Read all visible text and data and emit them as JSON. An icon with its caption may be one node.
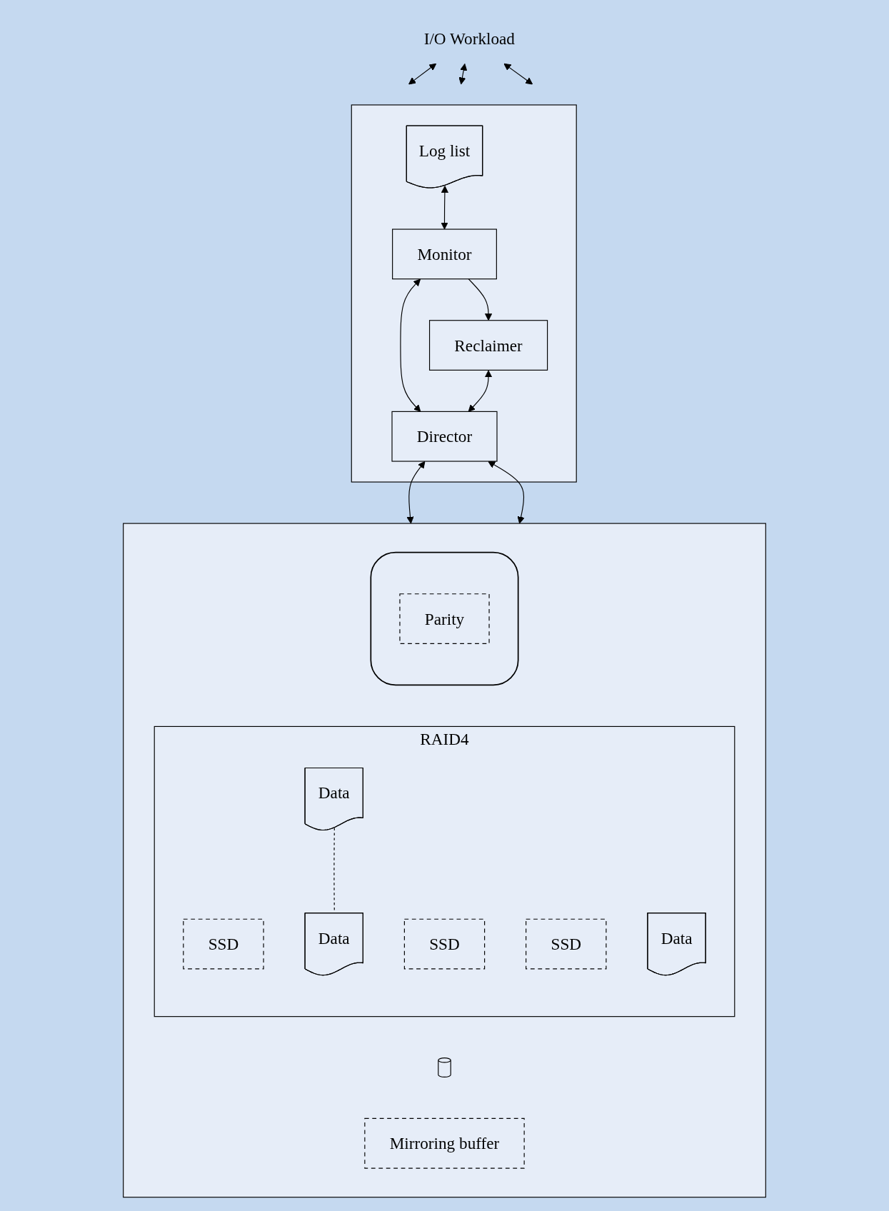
{
  "diagram": {
    "nodes": [
      {
        "text": [
          "I/O Workload"
        ]
      },
      {
        "text": [],
        "shape": "box"
      },
      {
        "text": [
          "Log list"
        ],
        "in": 1
      },
      {
        "text": [
          "Monitor"
        ],
        "in": 1
      },
      {
        "text": [
          "Reclaimer"
        ],
        "in": 1
      },
      {
        "text": [
          "Director"
        ],
        "in": 1
      },
      {
        "text": [],
        "shape": "box"
      },
      {
        "text": [
          "RAID4"
        ],
        "in": 6
      },
      {
        "text": [
          "SSD"
        ],
        "in": 7
      },
      {
        "text": [
          "SSD"
        ],
        "in": 7
      },
      {
        "text": [
          "SSD"
        ],
        "in": 7
      },
      {
        "text": [
          "Data"
        ],
        "in": 7
      },
      {
        "text": [
          "Data"
        ],
        "in": 7
      },
      {
        "text": [
          "Data"
        ],
        "in": 7
      },
      {
        "text": [],
        "shape": "cylinder",
        "in": 6
      },
      {
        "text": [
          "Parity"
        ],
        "in": 14
      },
      {
        "text": [],
        "shape": "cylinder",
        "in": 6
      },
      {
        "text": [
          "Mirroring buffer"
        ],
        "in": 6
      }
    ],
    "edges": [
      {
        "from": 0,
        "to": 1,
        "arrow": "both"
      },
      {
        "from": 0,
        "to": 1,
        "arrow": "both"
      },
      {
        "from": 0,
        "to": 1,
        "arrow": "both"
      },
      {
        "from": 2,
        "to": 3,
        "arrow": "both"
      },
      {
        "from": 3,
        "to": 4,
        "arrow": "to"
      },
      {
        "from": 3,
        "to": 5,
        "arrow": "both"
      },
      {
        "from": 4,
        "to": 5,
        "arrow": "both"
      },
      {
        "from": 5,
        "to": 6,
        "arrow": "both"
      },
      {
        "from": 5,
        "to": 6,
        "arrow": "both"
      },
      {
        "from": 12,
        "to": 13,
        "arrow": "none",
        "style": "dashed"
      }
    ]
  }
}
